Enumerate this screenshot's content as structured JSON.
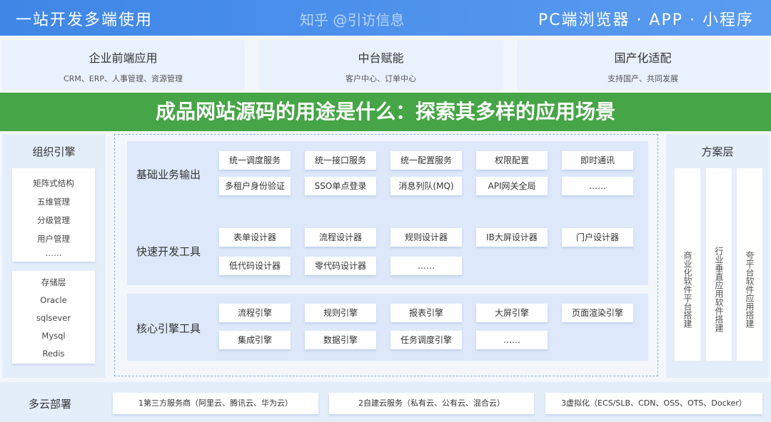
{
  "header": {
    "title": "一站开发多端使用",
    "platforms": "PC端浏览器 · APP · 小程序"
  },
  "top_cards": [
    {
      "title": "企业前端应用",
      "subtitle": "CRM、ERP、人事管理、资源管理"
    },
    {
      "title": "中台赋能",
      "subtitle": "客户中心、订单中心"
    },
    {
      "title": "国产化适配",
      "subtitle": "支持国产、共同发展"
    }
  ],
  "left": {
    "title": "组织引擎",
    "org_items": [
      "矩阵式结构",
      "五维管理",
      "分级管理",
      "用户管理",
      "……"
    ],
    "storage_items": [
      "存储层",
      "Oracle",
      "sqlsever",
      "Mysql",
      "Redis"
    ]
  },
  "center": {
    "basic": {
      "label": "基础业务输出",
      "items": [
        "统一调度服务",
        "统一接口服务",
        "统一配置服务",
        "权限配置",
        "即时通讯",
        "多租户身份验证",
        "SSO单点登录",
        "消息列队(MQ)",
        "API网关全局",
        "……"
      ]
    },
    "rapid": {
      "label": "快速开发工具",
      "items": [
        "表单设计器",
        "流程设计器",
        "规则设计器",
        "IB大屏设计器",
        "门户设计器",
        "低代码设计器",
        "零代码设计器",
        "……"
      ]
    },
    "core": {
      "label": "核心引擎工具",
      "items": [
        "流程引擎",
        "规则引擎",
        "报表引擎",
        "大屏引擎",
        "页面渲染引擎",
        "集成引擎",
        "数据引擎",
        "任务调度引擎",
        "……"
      ]
    }
  },
  "right": {
    "title": "方案层",
    "items": [
      "商业化软件平台搭建",
      "行业垂直应用软件搭建",
      "夸平台软件应用搭建"
    ]
  },
  "deploy": {
    "label": "多云部署",
    "items": [
      "1第三方服务商（阿里云、腾讯云、华为云）",
      "2自建云服务（私有云、公有云、混合云）",
      "3虚拟化（ECS/SLB、CDN、OSS、OTS、Docker）"
    ]
  },
  "banner": "成品网站源码的用途是什么：探索其多样的应用场景",
  "watermark": "知乎 @引访信息"
}
